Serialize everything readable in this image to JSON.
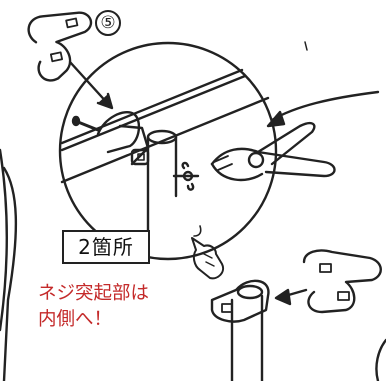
{
  "step": {
    "number": "⑤"
  },
  "callout": {
    "count_label": "2箇所"
  },
  "warning": {
    "line1": "ネジ突起部は",
    "line2": "内側へ！"
  },
  "colors": {
    "line": "#222222",
    "warning_text": "#c42a2a",
    "background": "#ffffff"
  }
}
